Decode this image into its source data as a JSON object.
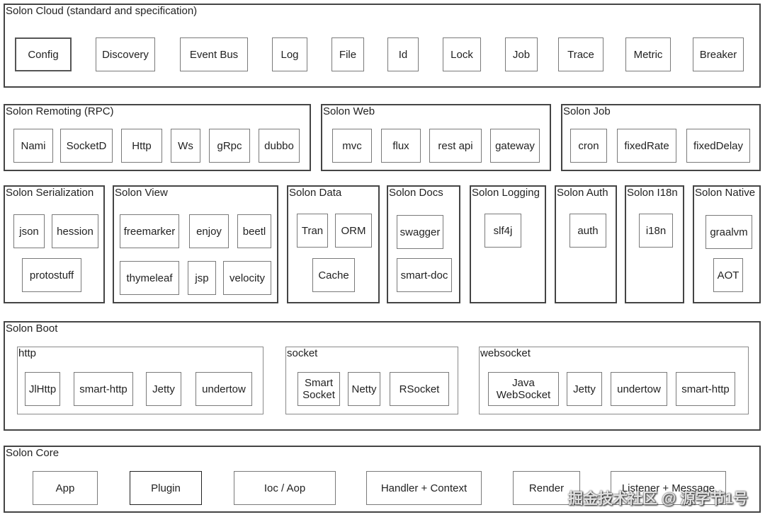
{
  "groups": [
    {
      "title": "Solon Cloud (standard and specification)",
      "items": [
        "Config",
        "Discovery",
        "Event Bus",
        "Log",
        "File",
        "Id",
        "Lock",
        "Job",
        "Trace",
        "Metric",
        "Breaker"
      ]
    },
    {
      "title": "Solon Remoting (RPC)",
      "items": [
        "Nami",
        "SocketD",
        "Http",
        "Ws",
        "gRpc",
        "dubbo"
      ]
    },
    {
      "title": "Solon Web",
      "items": [
        "mvc",
        "flux",
        "rest api",
        "gateway"
      ]
    },
    {
      "title": "Solon Job",
      "items": [
        "cron",
        "fixedRate",
        "fixedDelay"
      ]
    },
    {
      "title": "Solon Serialization",
      "items": [
        "json",
        "hession",
        "protostuff"
      ]
    },
    {
      "title": "Solon View",
      "items": [
        "freemarker",
        "enjoy",
        "beetl",
        "thymeleaf",
        "jsp",
        "velocity"
      ]
    },
    {
      "title": "Solon Data",
      "items": [
        "Tran",
        "ORM",
        "Cache"
      ]
    },
    {
      "title": "Solon Docs",
      "items": [
        "swagger",
        "smart-doc"
      ]
    },
    {
      "title": "Solon Logging",
      "items": [
        "slf4j"
      ]
    },
    {
      "title": "Solon Auth",
      "items": [
        "auth"
      ]
    },
    {
      "title": "Solon I18n",
      "items": [
        "i18n"
      ]
    },
    {
      "title": "Solon Native",
      "items": [
        "graalvm",
        "AOT"
      ]
    },
    {
      "title": "Solon Boot",
      "subgroups": [
        {
          "title": "http",
          "items": [
            "JlHttp",
            "smart-http",
            "Jetty",
            "undertow"
          ]
        },
        {
          "title": "socket",
          "items": [
            "Smart\nSocket",
            "Netty",
            "RSocket"
          ]
        },
        {
          "title": "websocket",
          "items": [
            "Java\nWebSocket",
            "Jetty",
            "undertow",
            "smart-http"
          ]
        }
      ]
    },
    {
      "title": "Solon Core",
      "items": [
        "App",
        "Plugin",
        "Ioc / Aop",
        "Handler + Context",
        "Render",
        "Listener + Message"
      ]
    }
  ],
  "watermark": "掘金技术社区 @ 源字节1号"
}
